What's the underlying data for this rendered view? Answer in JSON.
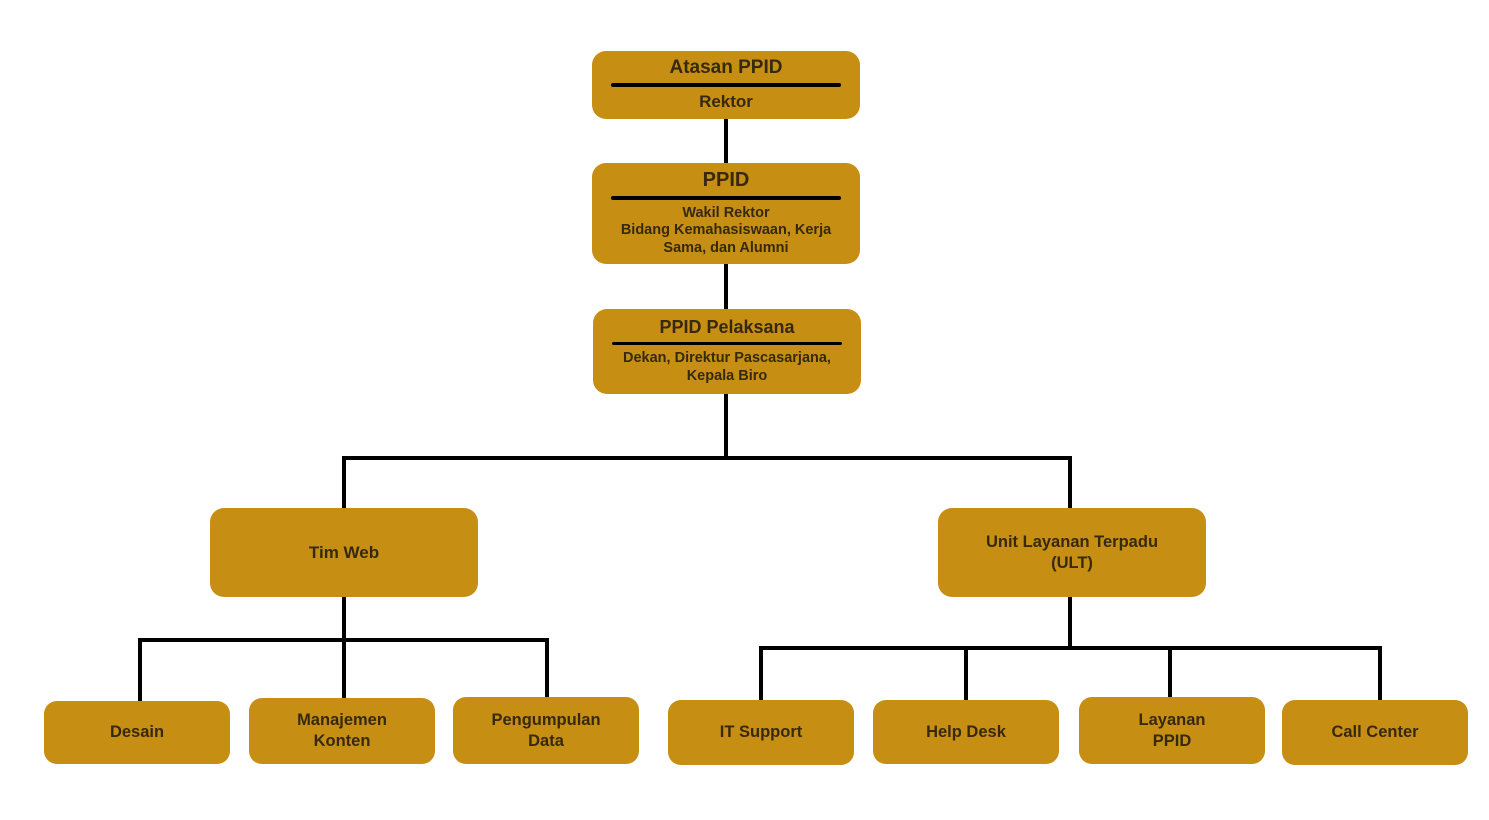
{
  "diagram": {
    "type": "org-chart",
    "nodes": {
      "atasan_ppid": {
        "title": "Atasan PPID",
        "subtitle": "Rektor"
      },
      "ppid": {
        "title": "PPID",
        "subtitle": "Wakil Rektor\nBidang Kemahasiswaan, Kerja\nSama, dan Alumni"
      },
      "ppid_pelaksana": {
        "title": "PPID Pelaksana",
        "subtitle": "Dekan, Direktur Pascasarjana,\nKepala Biro"
      },
      "tim_web": {
        "label": "Tim Web"
      },
      "ult": {
        "label": "Unit Layanan Terpadu\n(ULT)"
      },
      "desain": {
        "label": "Desain"
      },
      "manajemen_konten": {
        "label": "Manajemen\nKonten"
      },
      "pengumpulan_data": {
        "label": "Pengumpulan\nData"
      },
      "it_support": {
        "label": "IT Support"
      },
      "help_desk": {
        "label": "Help Desk"
      },
      "layanan_ppid": {
        "label": "Layanan\nPPID"
      },
      "call_center": {
        "label": "Call Center"
      }
    },
    "edges": [
      [
        "atasan_ppid",
        "ppid"
      ],
      [
        "ppid",
        "ppid_pelaksana"
      ],
      [
        "ppid_pelaksana",
        "tim_web"
      ],
      [
        "ppid_pelaksana",
        "ult"
      ],
      [
        "tim_web",
        "desain"
      ],
      [
        "tim_web",
        "manajemen_konten"
      ],
      [
        "tim_web",
        "pengumpulan_data"
      ],
      [
        "ult",
        "it_support"
      ],
      [
        "ult",
        "help_desk"
      ],
      [
        "ult",
        "layanan_ppid"
      ],
      [
        "ult",
        "call_center"
      ]
    ],
    "colors": {
      "box_fill": "#C78E14",
      "text_color": "#36290E",
      "line_color": "#000000",
      "bg_color": "#FFFFFF"
    }
  }
}
